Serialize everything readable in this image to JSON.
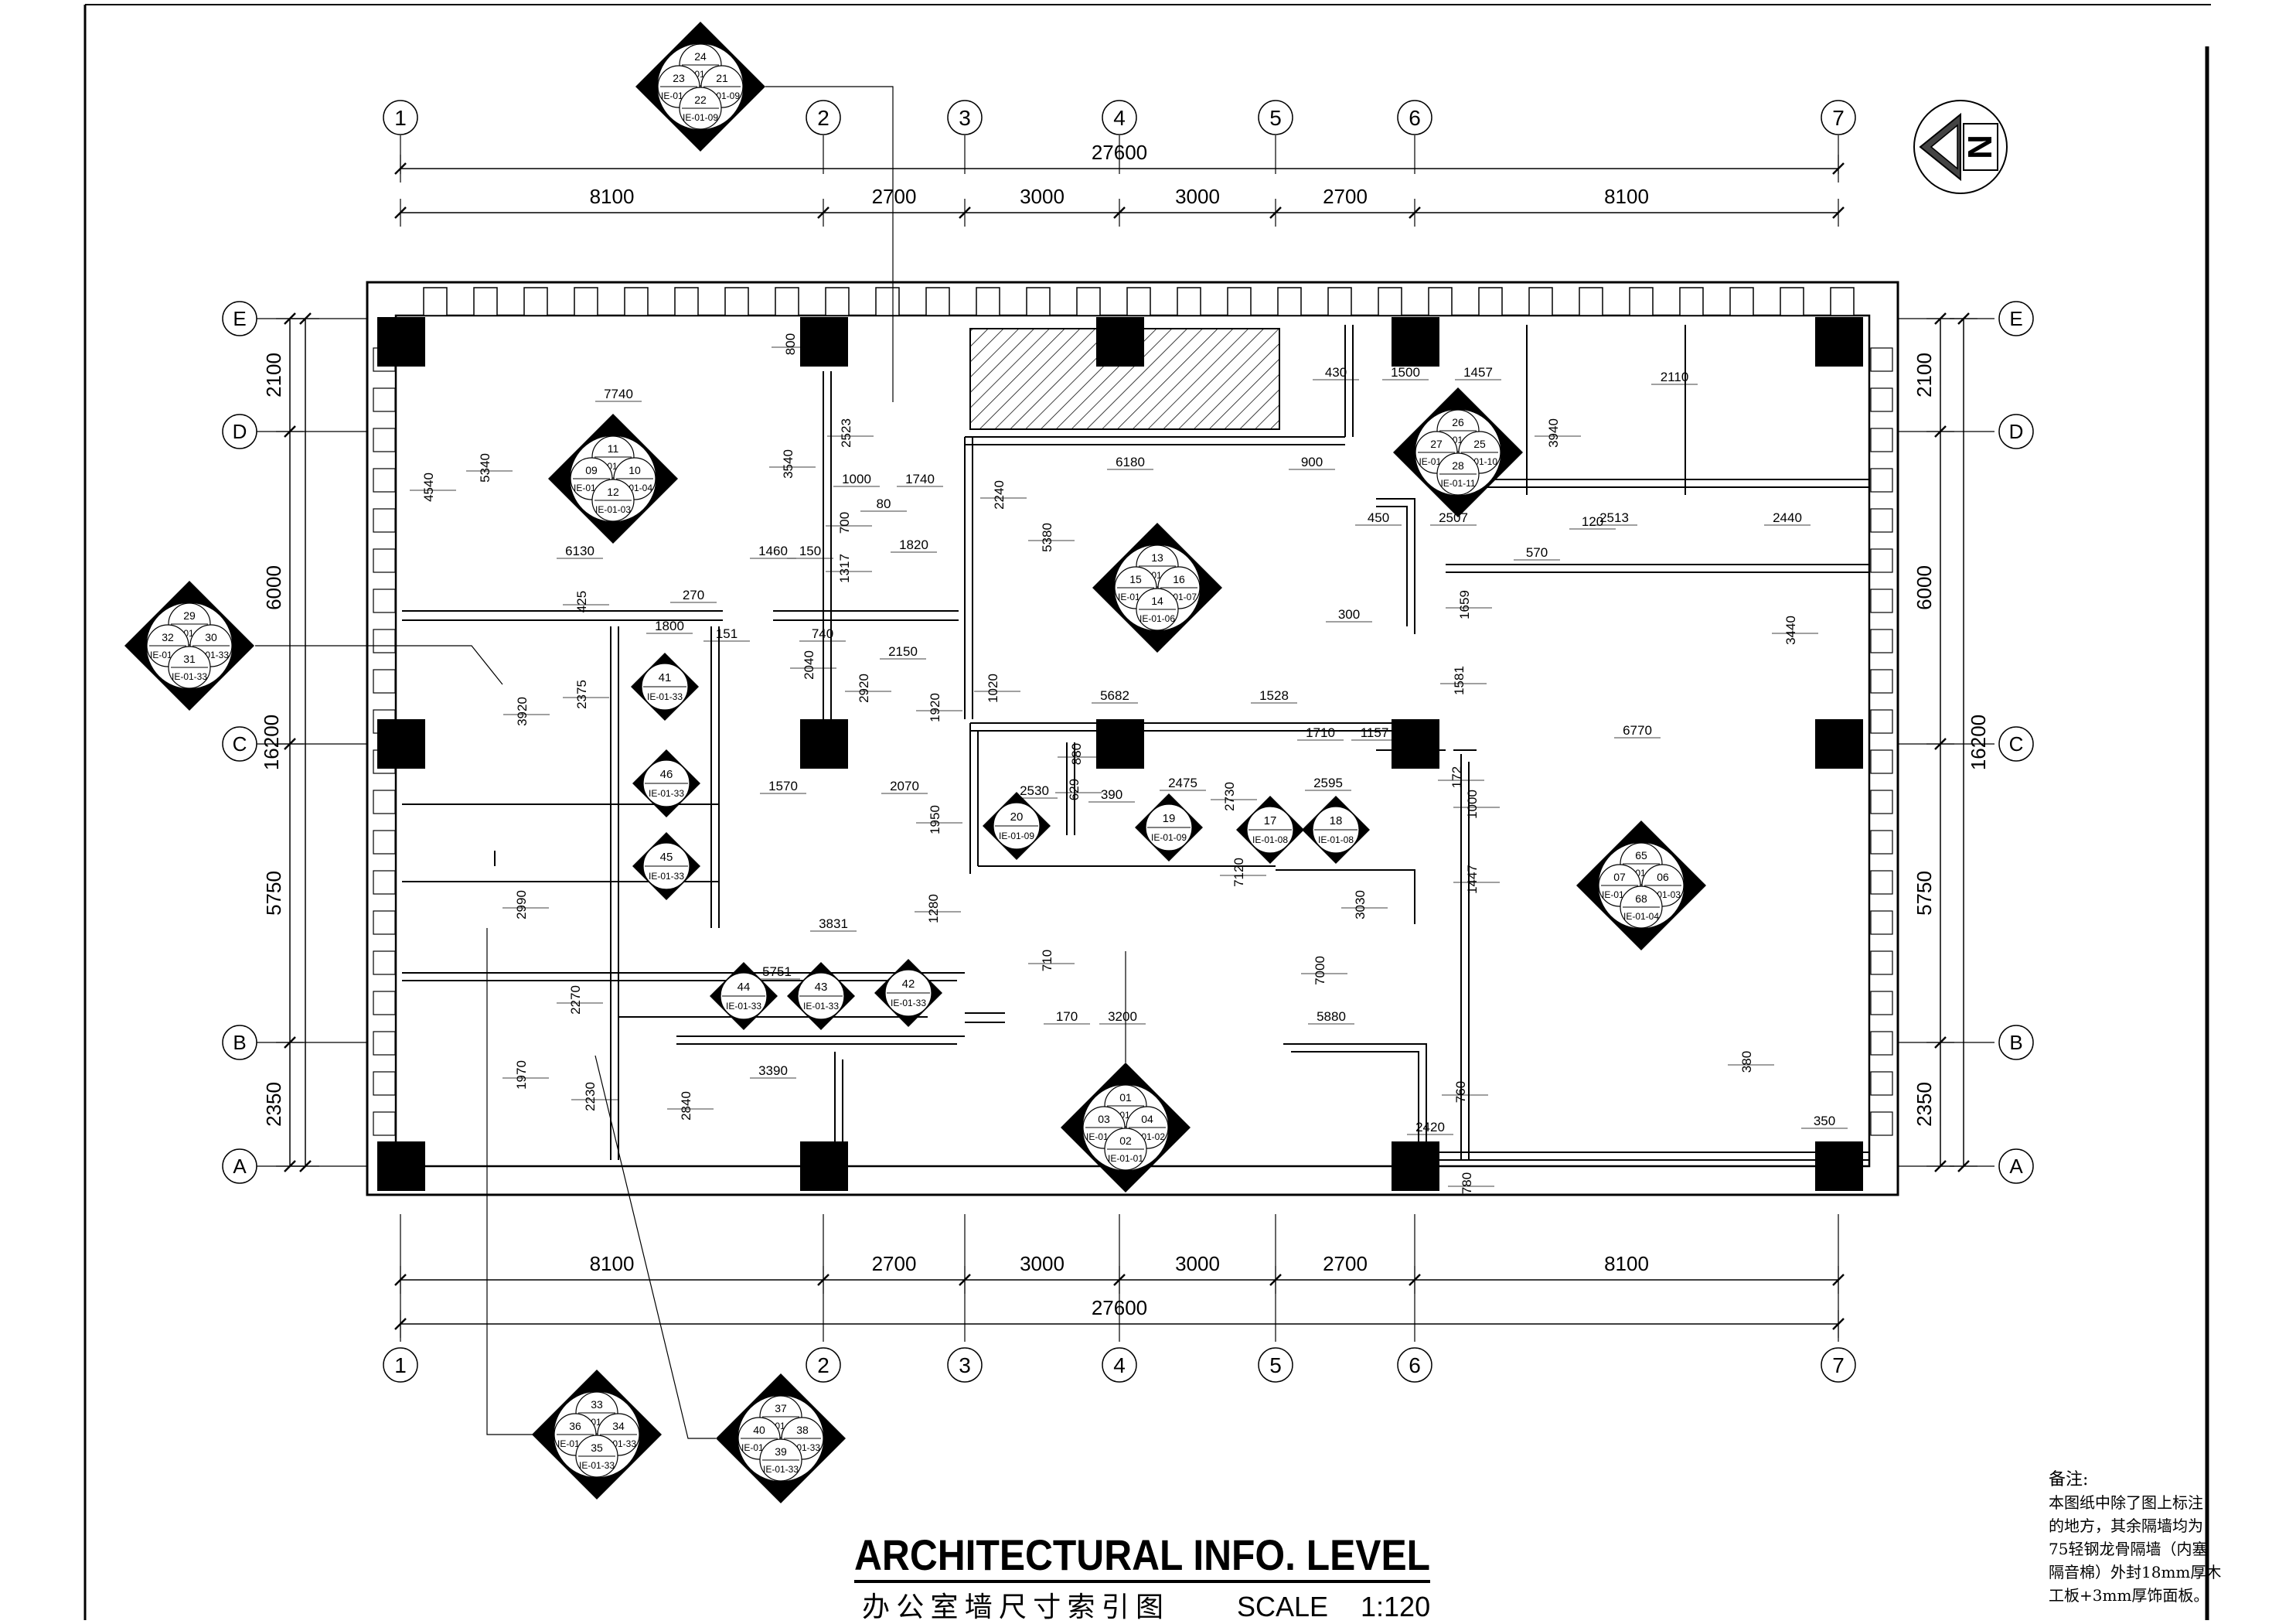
{
  "drawing": {
    "title": "ARCHITECTURAL INFO. LEVEL",
    "subtitle": "办公室墙尺寸索引图",
    "scale_label": "SCALE",
    "scale_value": "1:120"
  },
  "notes": {
    "heading": "备注:",
    "lines": [
      "本图纸中除了图上标注",
      "的地方，其余隔墙均为",
      "75轻钢龙骨隔墙（内塞",
      "隔音棉）外封18mm厚木",
      "工板+3mm厚饰面板。"
    ]
  },
  "grid": {
    "columns": [
      "1",
      "2",
      "3",
      "4",
      "5",
      "6",
      "7"
    ],
    "rows": [
      "E",
      "D",
      "C",
      "B",
      "A"
    ]
  },
  "dimensions": {
    "overall_x": "27600",
    "overall_y": "16200",
    "bays_x": [
      "8100",
      "2700",
      "3000",
      "3000",
      "2700",
      "8100"
    ],
    "bays_y": [
      "2100",
      "6000",
      "5750",
      "2350"
    ]
  },
  "interior_dims": [
    "7740",
    "5340",
    "4540",
    "3540",
    "2523",
    "800",
    "1000",
    "1740",
    "80",
    "700",
    "1820",
    "6130",
    "1460",
    "150",
    "1317",
    "425",
    "270",
    "2240",
    "6180",
    "900",
    "430",
    "1500",
    "1457",
    "2110",
    "3940",
    "450",
    "2507",
    "120",
    "2513",
    "2440",
    "570",
    "1659",
    "3440",
    "300",
    "1800",
    "151",
    "740",
    "2150",
    "5380",
    "2040",
    "2920",
    "1920",
    "1020",
    "5682",
    "1528",
    "1710",
    "1157",
    "6770",
    "2375",
    "3920",
    "1570",
    "2070",
    "2530",
    "880",
    "629",
    "390",
    "2475",
    "2730",
    "2595",
    "1581",
    "172",
    "1000",
    "1447",
    "1950",
    "2990",
    "1280",
    "3831",
    "5751",
    "710",
    "3200",
    "5880",
    "2270",
    "7000",
    "3030",
    "760",
    "1970",
    "3390",
    "2840",
    "2230",
    "2420",
    "350",
    "780",
    "380",
    "7120",
    "170"
  ],
  "callouts": [
    {
      "nums": [
        "24",
        "23",
        "21",
        "22"
      ],
      "codes": [
        "IE-01-10",
        "IE-01-10",
        "IE-01-09",
        "IE-01-09"
      ]
    },
    {
      "nums": [
        "11",
        "09",
        "10",
        "12"
      ],
      "codes": [
        "IE-01-03",
        "IE-01-04",
        "IE-01-04",
        "IE-01-03"
      ]
    },
    {
      "nums": [
        "29",
        "32",
        "30",
        "31"
      ],
      "codes": [
        "IE-01-33",
        "IE-01-33",
        "IE-01-33",
        "IE-01-33"
      ]
    },
    {
      "nums": [
        "13",
        "15",
        "16",
        "14"
      ],
      "codes": [
        "IE-01-06",
        "IE-01-07",
        "IE-01-07",
        "IE-01-06"
      ]
    },
    {
      "nums": [
        "26",
        "27",
        "25",
        "28"
      ],
      "codes": [
        "IE-01-11",
        "IE-01-11",
        "IE-01-10",
        "IE-01-11"
      ]
    },
    {
      "nums": [
        "65",
        "07",
        "06",
        "68"
      ],
      "codes": [
        "IE-01-02",
        "IE-01-03",
        "IE-01-03",
        "IE-01-04"
      ]
    },
    {
      "nums": [
        "01",
        "03",
        "04",
        "02"
      ],
      "codes": [
        "IE-01-01",
        "IE-01-02",
        "IE-01-02",
        "IE-01-01"
      ]
    },
    {
      "nums": [
        "33",
        "36",
        "34",
        "35"
      ],
      "codes": [
        "IE-01-33",
        "IE-01-33",
        "IE-01-33",
        "IE-01-33"
      ]
    },
    {
      "nums": [
        "37",
        "40",
        "38",
        "39"
      ],
      "codes": [
        "IE-01-33",
        "IE-01-33",
        "IE-01-33",
        "IE-01-33"
      ]
    }
  ],
  "single_tags": [
    {
      "num": "41",
      "code": "IE-01-33"
    },
    {
      "num": "46",
      "code": "IE-01-33"
    },
    {
      "num": "45",
      "code": "IE-01-33"
    },
    {
      "num": "44",
      "code": "IE-01-33"
    },
    {
      "num": "43",
      "code": "IE-01-33"
    },
    {
      "num": "42",
      "code": "IE-01-33"
    },
    {
      "num": "20",
      "code": "IE-01-09"
    },
    {
      "num": "19",
      "code": "IE-01-09"
    },
    {
      "num": "17",
      "code": "IE-01-08"
    },
    {
      "num": "18",
      "code": "IE-01-08"
    }
  ]
}
